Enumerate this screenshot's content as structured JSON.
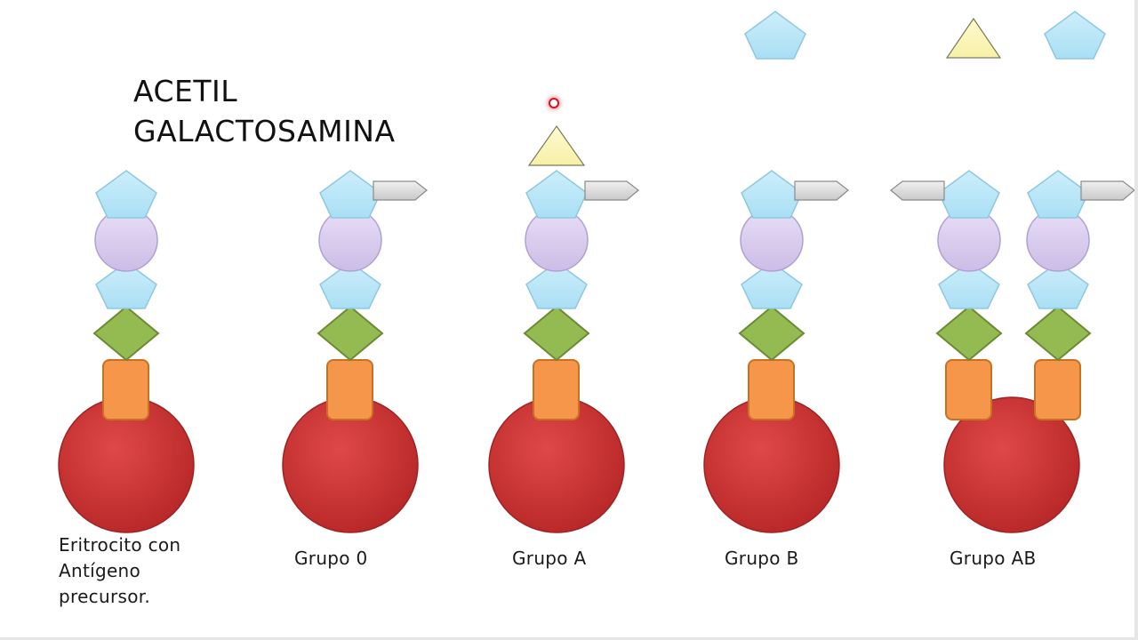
{
  "title": {
    "line1": "ACETIL",
    "line2": "GALACTOSAMINA"
  },
  "captions": {
    "precursor": {
      "line1": "Eritrocito con",
      "line2": "Antígeno",
      "line3": "precursor."
    },
    "group_o": "Grupo 0",
    "group_a": "Grupo A",
    "group_b": "Grupo B",
    "group_ab": "Grupo AB"
  },
  "colors": {
    "erythrocyte": "#d13a3a",
    "stem": "#f5964a",
    "diamond": "#94bb52",
    "pentagon": "#bde7f7",
    "circle": "#dcd0ef",
    "triangle": "#fbf7b9",
    "tag": "#d9d9d9",
    "pointer": "#e0101c"
  },
  "icons": {
    "erythrocyte": "red-sphere",
    "stem": "orange-rounded-rect",
    "diamond": "green-diamond",
    "pentagon": "blue-pentagon",
    "circle": "lavender-circle",
    "triangle": "yellow-triangle",
    "tag": "grey-arrow-tag",
    "pointer": "red-dot"
  }
}
